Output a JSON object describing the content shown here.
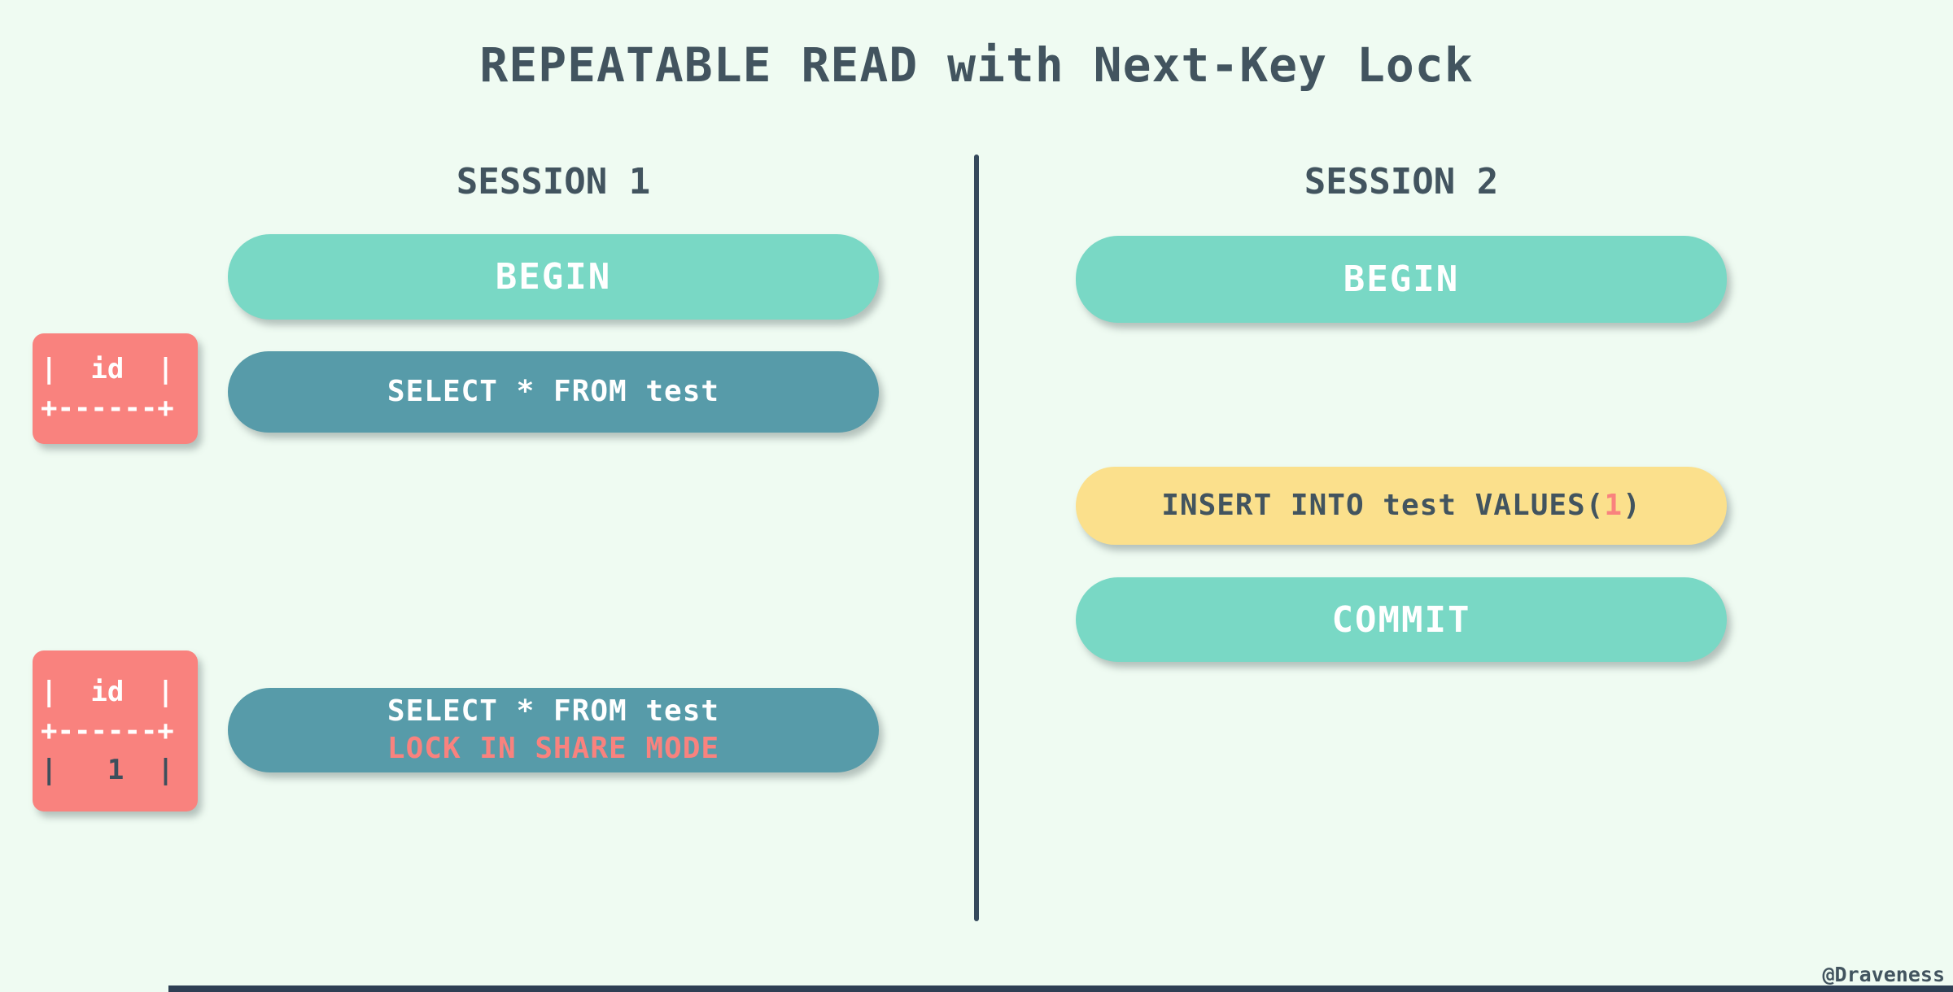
{
  "title": "REPEATABLE READ with Next-Key Lock",
  "credit": "@Draveness",
  "colors": {
    "background": "#effbf2",
    "teal_statement": "#79d8c5",
    "dark_teal_statement": "#579ba9",
    "yellow_statement": "#fbe08c",
    "salmon_accent": "#f9827e",
    "slate_text": "#42545f",
    "white_text": "#ffffff",
    "divider": "#35495c"
  },
  "session1": {
    "header": "SESSION 1",
    "statements": {
      "begin": "BEGIN",
      "select1": "SELECT * FROM test",
      "select2_line1": "SELECT * FROM test",
      "select2_line2": "LOCK IN SHARE MODE"
    },
    "results": {
      "before": {
        "line1": "|  id  |",
        "line2": "+------+"
      },
      "after": {
        "line1": "|  id  |",
        "line2": "+------+",
        "line3": "|   1  |"
      }
    }
  },
  "session2": {
    "header": "SESSION 2",
    "statements": {
      "begin": "BEGIN",
      "insert_prefix": "INSERT INTO test VALUES(",
      "insert_value": "1",
      "insert_suffix": ")",
      "commit": "COMMIT"
    }
  }
}
